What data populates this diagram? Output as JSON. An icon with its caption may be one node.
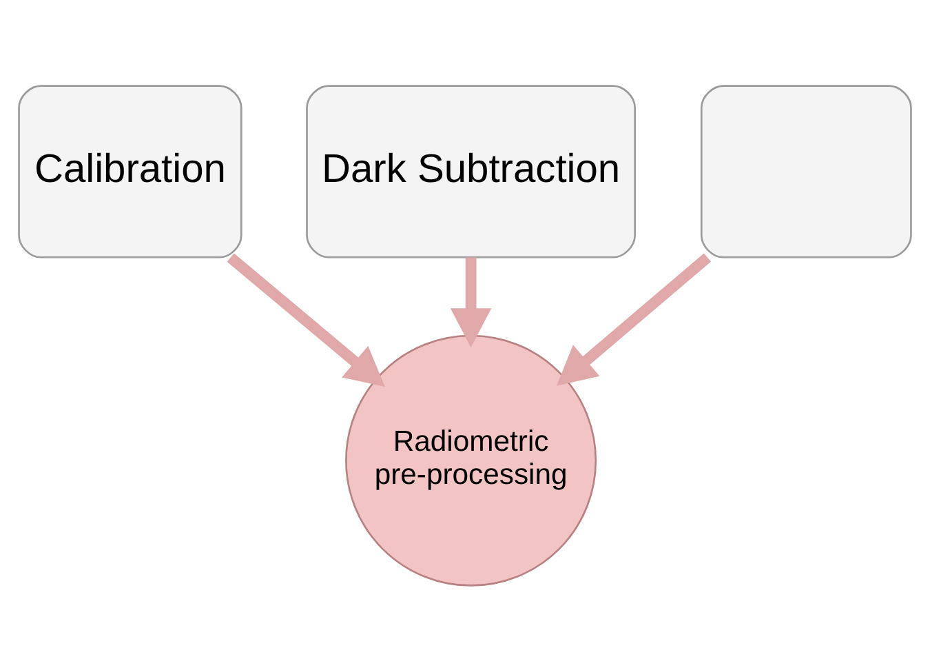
{
  "diagram": {
    "nodes": [
      {
        "text": [
          "Dark Subtraction"
        ]
      },
      {
        "text": [
          "Calibration"
        ]
      },
      {
        "text": [],
        "shape": "box"
      },
      {
        "text": [
          "Radiometric pre-processing"
        ]
      }
    ],
    "edges": [
      {
        "from": 0,
        "to": 3,
        "arrow": "to"
      },
      {
        "from": 1,
        "to": 3,
        "arrow": "to"
      },
      {
        "from": 2,
        "to": 3,
        "arrow": "to"
      }
    ]
  }
}
